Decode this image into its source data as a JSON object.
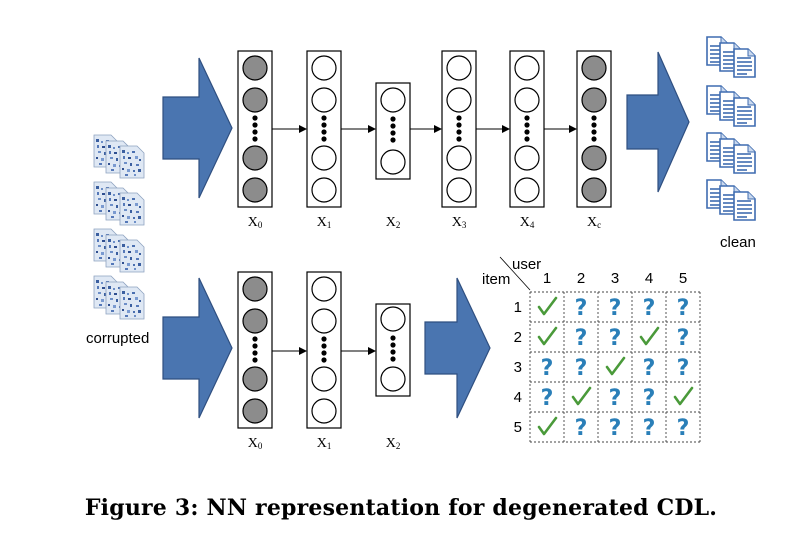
{
  "labels": {
    "corrupted": "corrupted",
    "clean": "clean"
  },
  "top_network": {
    "layers": [
      {
        "label": "X",
        "sub": "0",
        "circles": [
          "filled",
          "filled",
          "dots",
          "filled",
          "filled"
        ]
      },
      {
        "label": "X",
        "sub": "1",
        "circles": [
          "empty",
          "empty",
          "dots",
          "empty",
          "empty"
        ]
      },
      {
        "label": "X",
        "sub": "2",
        "circles": [
          "empty",
          "dots",
          "empty"
        ]
      },
      {
        "label": "X",
        "sub": "3",
        "circles": [
          "empty",
          "empty",
          "dots",
          "empty",
          "empty"
        ]
      },
      {
        "label": "X",
        "sub": "4",
        "circles": [
          "empty",
          "empty",
          "dots",
          "empty",
          "empty"
        ]
      },
      {
        "label": "X",
        "sub": "c",
        "circles": [
          "filled",
          "filled",
          "dots",
          "filled",
          "filled"
        ]
      }
    ]
  },
  "bottom_network": {
    "layers": [
      {
        "label": "X",
        "sub": "0",
        "circles": [
          "filled",
          "filled",
          "dots",
          "filled",
          "filled"
        ]
      },
      {
        "label": "X",
        "sub": "1",
        "circles": [
          "empty",
          "empty",
          "dots",
          "empty",
          "empty"
        ]
      },
      {
        "label": "X",
        "sub": "2",
        "circles": [
          "empty",
          "dots",
          "empty"
        ]
      }
    ]
  },
  "matrix": {
    "corner_user": "user",
    "corner_item": "item",
    "col_headers": [
      "1",
      "2",
      "3",
      "4",
      "5"
    ],
    "row_headers": [
      "1",
      "2",
      "3",
      "4",
      "5"
    ],
    "cells": [
      [
        "check",
        "?",
        "?",
        "?",
        "?"
      ],
      [
        "check",
        "?",
        "?",
        "check",
        "?"
      ],
      [
        "?",
        "?",
        "check",
        "?",
        "?"
      ],
      [
        "?",
        "check",
        "?",
        "?",
        "check"
      ],
      [
        "check",
        "?",
        "?",
        "?",
        "?"
      ]
    ],
    "check_color": "#4a9a3a",
    "question_color": "#2a7fb8"
  },
  "colors": {
    "arrow_fill": "#4a75b0",
    "arrow_stroke": "#2f4f80",
    "filled_node": "#8c8c8c"
  },
  "caption": "Figure 3: NN representation for degenerated CDL."
}
